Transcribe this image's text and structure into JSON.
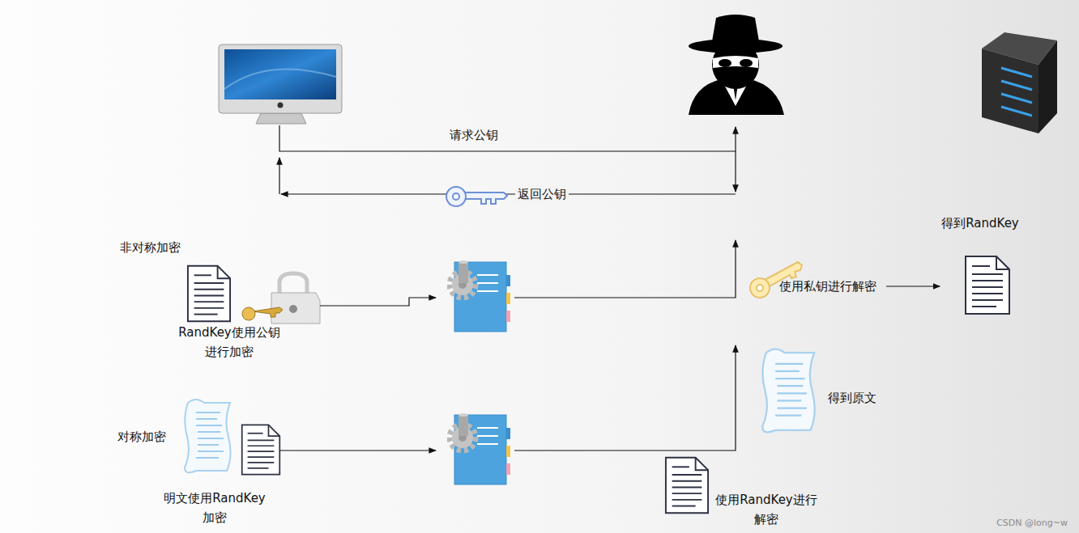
{
  "diagram": {
    "nodes": [
      {
        "text": [
          "RandKey使用公钥 进行加密"
        ]
      },
      {
        "text": [
          "使用私钥进行解密"
        ]
      },
      {
        "text": [
          "得到RandKey"
        ]
      },
      {
        "text": [
          "明文使用RandKey 加密"
        ]
      },
      {
        "text": [
          "得到原文"
        ]
      },
      {
        "text": [
          "使用RandKey进行 解密"
        ]
      }
    ],
    "edges": [
      {
        "from": 1,
        "to": 2,
        "arrow": "to"
      }
    ],
    "labels": [
      "请求公钥",
      "返回公钥",
      "非对称加密",
      "对称加密",
      "CSDN @long~w"
    ]
  }
}
